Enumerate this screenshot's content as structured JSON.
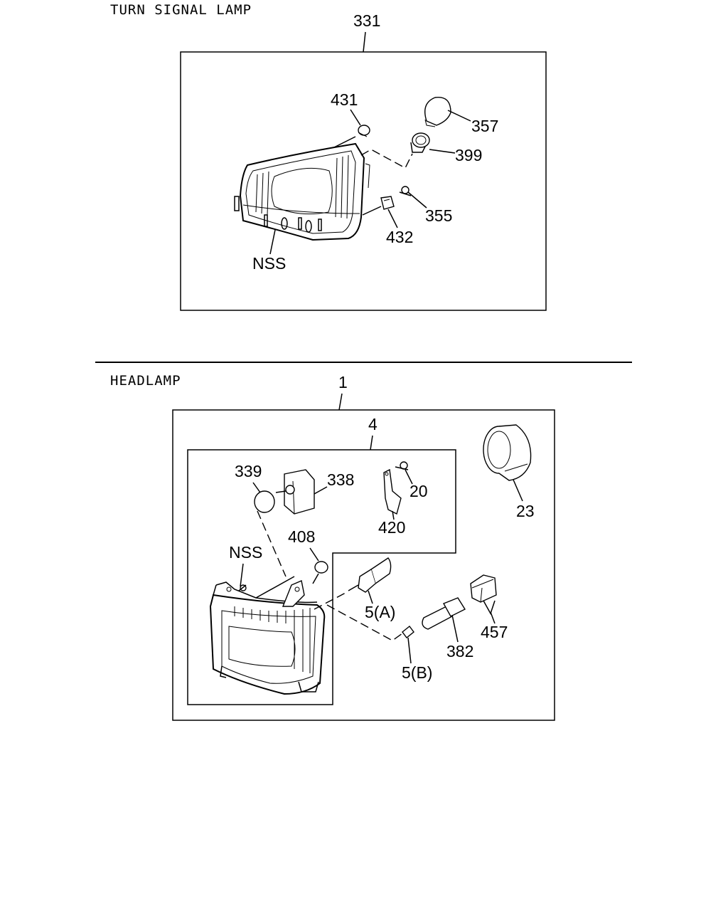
{
  "sections": {
    "turn_signal": {
      "title": "TURN SIGNAL LAMP",
      "callouts": {
        "assembly": "331",
        "p431": "431",
        "p357": "357",
        "p399": "399",
        "p355": "355",
        "p432": "432",
        "nss": "NSS"
      }
    },
    "headlamp": {
      "title": "HEADLAMP",
      "callouts": {
        "assembly": "1",
        "sub": "4",
        "p339": "339",
        "p338": "338",
        "p20": "20",
        "p420": "420",
        "p23": "23",
        "p408": "408",
        "nss": "NSS",
        "p5a": "5(A)",
        "p5b": "5(B)",
        "p382": "382",
        "p457": "457"
      }
    }
  }
}
